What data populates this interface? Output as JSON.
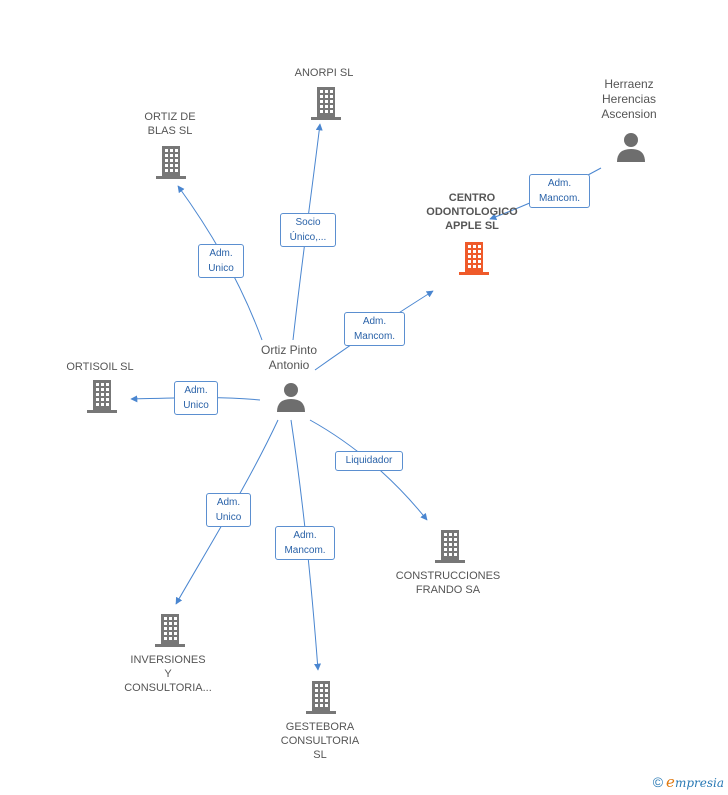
{
  "colors": {
    "edge": "#4a86d0",
    "building": "#777777",
    "building_main": "#ef5a2a",
    "person": "#6e6e6e"
  },
  "nodes": {
    "anorpi": {
      "label": "ANORPI SL",
      "icon": "building-icon"
    },
    "ortiz_de_blas": {
      "label": "ORTIZ DE\nBLAS SL",
      "icon": "building-icon"
    },
    "herraenz": {
      "label": "Herraenz\nHerencias\nAscension",
      "icon": "person-icon"
    },
    "centro": {
      "label": "CENTRO\nODONTOLOGICO\nAPPLE SL",
      "icon": "building-icon"
    },
    "ortiz_pinto": {
      "label": "Ortiz Pinto\nAntonio",
      "icon": "person-icon"
    },
    "ortisoil": {
      "label": "ORTISOIL SL",
      "icon": "building-icon"
    },
    "construcciones": {
      "label": "CONSTRUCCIONES\nFRANDO SA",
      "icon": "building-icon"
    },
    "inversiones": {
      "label": "INVERSIONES\nY\nCONSULTORIA...",
      "icon": "building-icon"
    },
    "gestebora": {
      "label": "GESTEBORA\nCONSULTORIA\nSL",
      "icon": "building-icon"
    }
  },
  "edges": {
    "e_anorpi": {
      "label": "Socio\nÚnico,..."
    },
    "e_ortiz_de_blas": {
      "label": "Adm.\nUnico"
    },
    "e_herraenz": {
      "label": "Adm.\nMancom."
    },
    "e_centro": {
      "label": "Adm.\nMancom."
    },
    "e_ortisoil": {
      "label": "Adm.\nUnico"
    },
    "e_construcciones": {
      "label": "Liquidador"
    },
    "e_inversiones": {
      "label": "Adm.\nUnico"
    },
    "e_gestebora": {
      "label": "Adm.\nMancom."
    }
  },
  "footer": {
    "copyright": "©",
    "brand_initial": "e",
    "brand_rest": "mpresia"
  }
}
